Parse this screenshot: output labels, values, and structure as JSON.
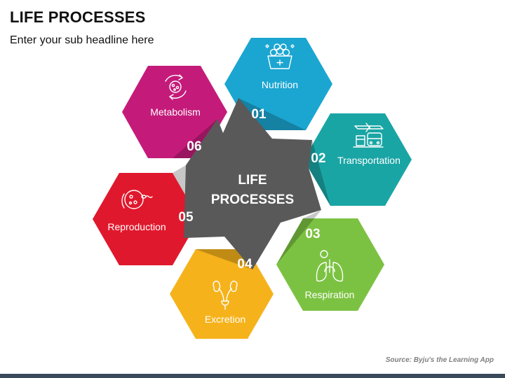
{
  "header": {
    "title": "LIFE PROCESSES",
    "subtitle": "Enter your sub headline here"
  },
  "center": {
    "line1": "LIFE",
    "line2": "PROCESSES",
    "color": "#595959"
  },
  "processes": [
    {
      "number": "01",
      "label": "Nutrition",
      "color": "#1ba6d1",
      "icon": "food-basket-icon"
    },
    {
      "number": "02",
      "label": "Transportation",
      "color": "#1aa5a5",
      "icon": "transport-vehicles-icon"
    },
    {
      "number": "03",
      "label": "Respiration",
      "color": "#7cc242",
      "icon": "lungs-icon"
    },
    {
      "number": "04",
      "label": "Excretion",
      "color": "#f5b21b",
      "icon": "kidneys-icon"
    },
    {
      "number": "05",
      "label": "Reproduction",
      "color": "#e0182d",
      "icon": "cell-sperm-icon"
    },
    {
      "number": "06",
      "label": "Metabolism",
      "color": "#c41b7a",
      "icon": "metabolism-cycle-icon"
    }
  ],
  "footer": {
    "source": "Source: Byju's the Learning App",
    "bar_color": "#3b4a5a"
  }
}
